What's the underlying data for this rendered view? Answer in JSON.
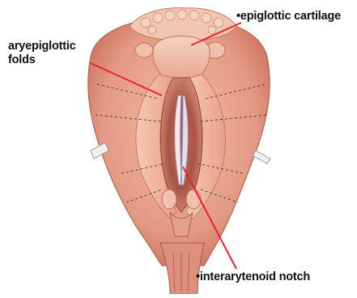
{
  "figure": {
    "subject": "larynx viewed from above",
    "callout_color": "#e8232f",
    "tissue_color": "#e9a58f",
    "labels": {
      "epiglottic_cartilage": "•epiglottic cartilage",
      "aryepiglottic_folds": "aryepiglottic\nfolds",
      "interarytenoid_notch": "•interarytenoid notch"
    }
  }
}
